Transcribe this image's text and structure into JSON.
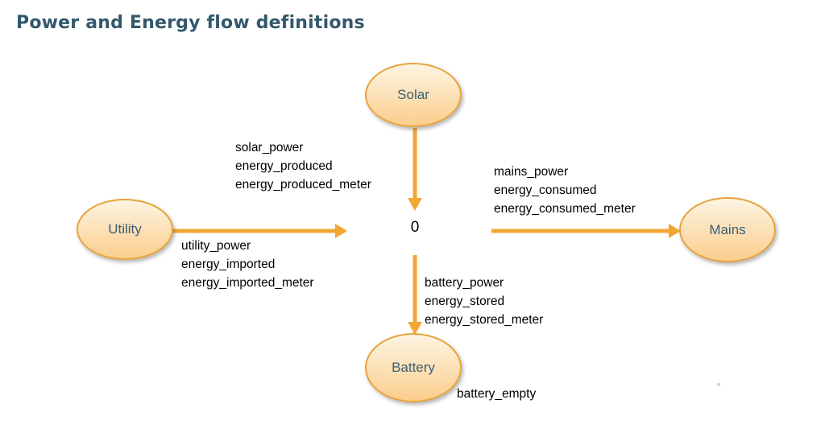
{
  "title": "Power and Energy flow definitions",
  "colors": {
    "background": "#ffffff",
    "title_color": "#33586c",
    "node_fill_top": "#fdf4e1",
    "node_fill_bottom": "#fbce8d",
    "node_border": "#e9a23c",
    "node_text": "#3a5f78",
    "arrow_color": "#f2a633",
    "label_color": "#000000"
  },
  "nodes": [
    {
      "id": "solar",
      "label": "Solar"
    },
    {
      "id": "utility",
      "label": "Utility"
    },
    {
      "id": "mains",
      "label": "Mains"
    },
    {
      "id": "battery",
      "label": "Battery"
    }
  ],
  "center": {
    "value": "0"
  },
  "flow_labels": {
    "solar": [
      "solar_power",
      "energy_produced",
      "energy_produced_meter"
    ],
    "mains": [
      "mains_power",
      "energy_consumed",
      "energy_consumed_meter"
    ],
    "utility": [
      "utility_power",
      "energy_imported",
      "energy_imported_meter"
    ],
    "battery": [
      "battery_power",
      "energy_stored",
      "energy_stored_meter"
    ],
    "battery_empty": "battery_empty"
  }
}
